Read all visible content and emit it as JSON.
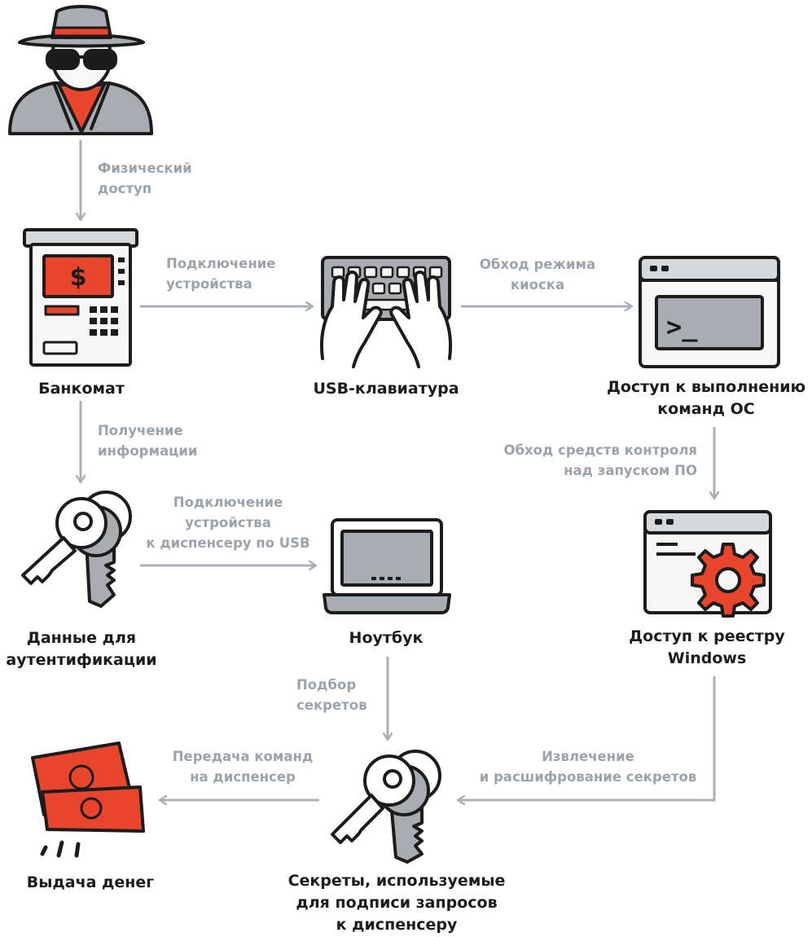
{
  "nodes": {
    "atm": {
      "lines": [
        "Банкомат"
      ]
    },
    "keyboard": {
      "lines": [
        "USB-клавиатура"
      ]
    },
    "terminal": {
      "lines": [
        "Доступ к выполнению",
        "команд ОС"
      ]
    },
    "auth": {
      "lines": [
        "Данные для",
        "аутентификации"
      ]
    },
    "laptop": {
      "lines": [
        "Ноутбук"
      ]
    },
    "registry": {
      "lines": [
        "Доступ к реестру",
        "Windows"
      ]
    },
    "money": {
      "lines": [
        "Выдача денег"
      ]
    },
    "secrets": {
      "lines": [
        "Секреты, используемые",
        "для подписи запросов",
        "к диспенсеру"
      ]
    }
  },
  "edges": {
    "physical": {
      "lines": [
        "Физический",
        "доступ"
      ]
    },
    "connect": {
      "lines": [
        "Подключение",
        "устройства"
      ]
    },
    "kiosk": {
      "lines": [
        "Обход режима",
        "киоска"
      ]
    },
    "info": {
      "lines": [
        "Получение",
        "информации"
      ]
    },
    "usb": {
      "lines": [
        "Подключение",
        "устройства",
        "к диспенсеру по USB"
      ]
    },
    "control": {
      "lines": [
        "Обход средств контроля",
        "над запуском ПО"
      ]
    },
    "bruteforce": {
      "lines": [
        "Подбор",
        "секретов"
      ]
    },
    "commands": {
      "lines": [
        "Передача команд",
        "на диспенсер"
      ]
    },
    "extract": {
      "lines": [
        "Извлечение",
        "и расшифрование секретов"
      ]
    }
  },
  "icons": {
    "atm_screen_symbol": "$",
    "terminal_prompt": ">_"
  },
  "colors": {
    "accent_red": "#e8452c",
    "outline": "#1c1c1c",
    "gray_fill": "#a9adb2",
    "arrow": "#a9b0b7",
    "edge_text": "#9ba3ab"
  }
}
